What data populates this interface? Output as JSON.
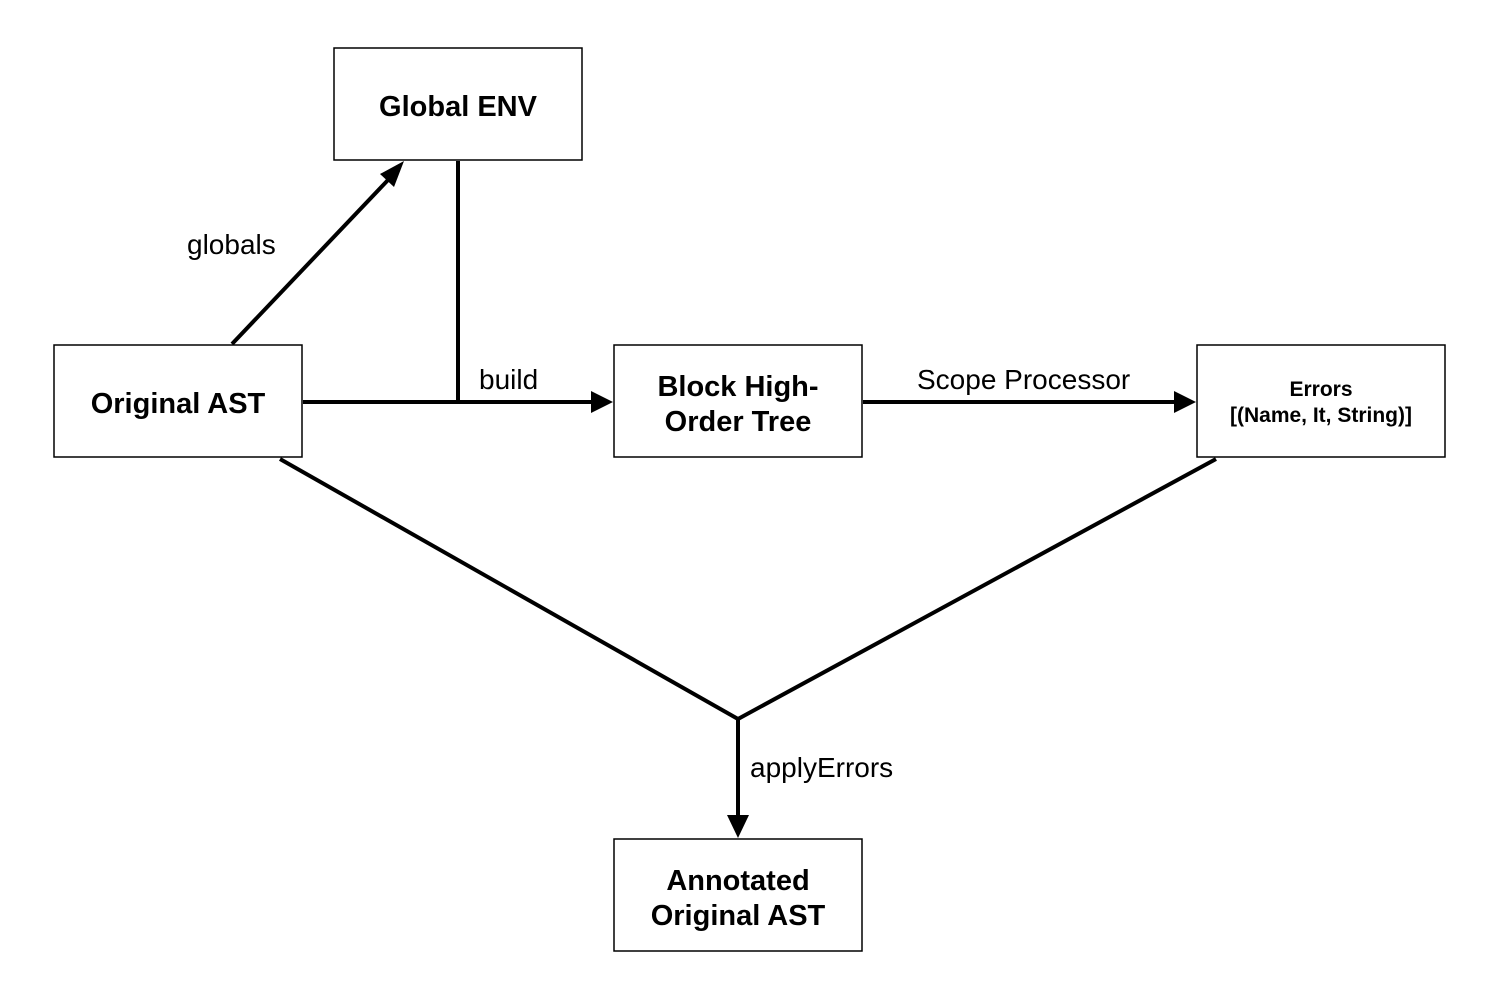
{
  "nodes": {
    "global_env": {
      "lines": [
        "Global ENV"
      ]
    },
    "original_ast": {
      "lines": [
        "Original AST"
      ]
    },
    "block_tree": {
      "lines": [
        "Block High-",
        "Order Tree"
      ]
    },
    "errors": {
      "lines": [
        "Errors",
        "[(Name, It, String)]"
      ]
    },
    "annotated_ast": {
      "lines": [
        "Annotated",
        "Original AST"
      ]
    }
  },
  "edges": {
    "globals": "globals",
    "build": "build",
    "scope_processor": "Scope Processor",
    "apply_errors": "applyErrors"
  },
  "colors": {
    "stroke": "#000000",
    "background": "#ffffff"
  }
}
